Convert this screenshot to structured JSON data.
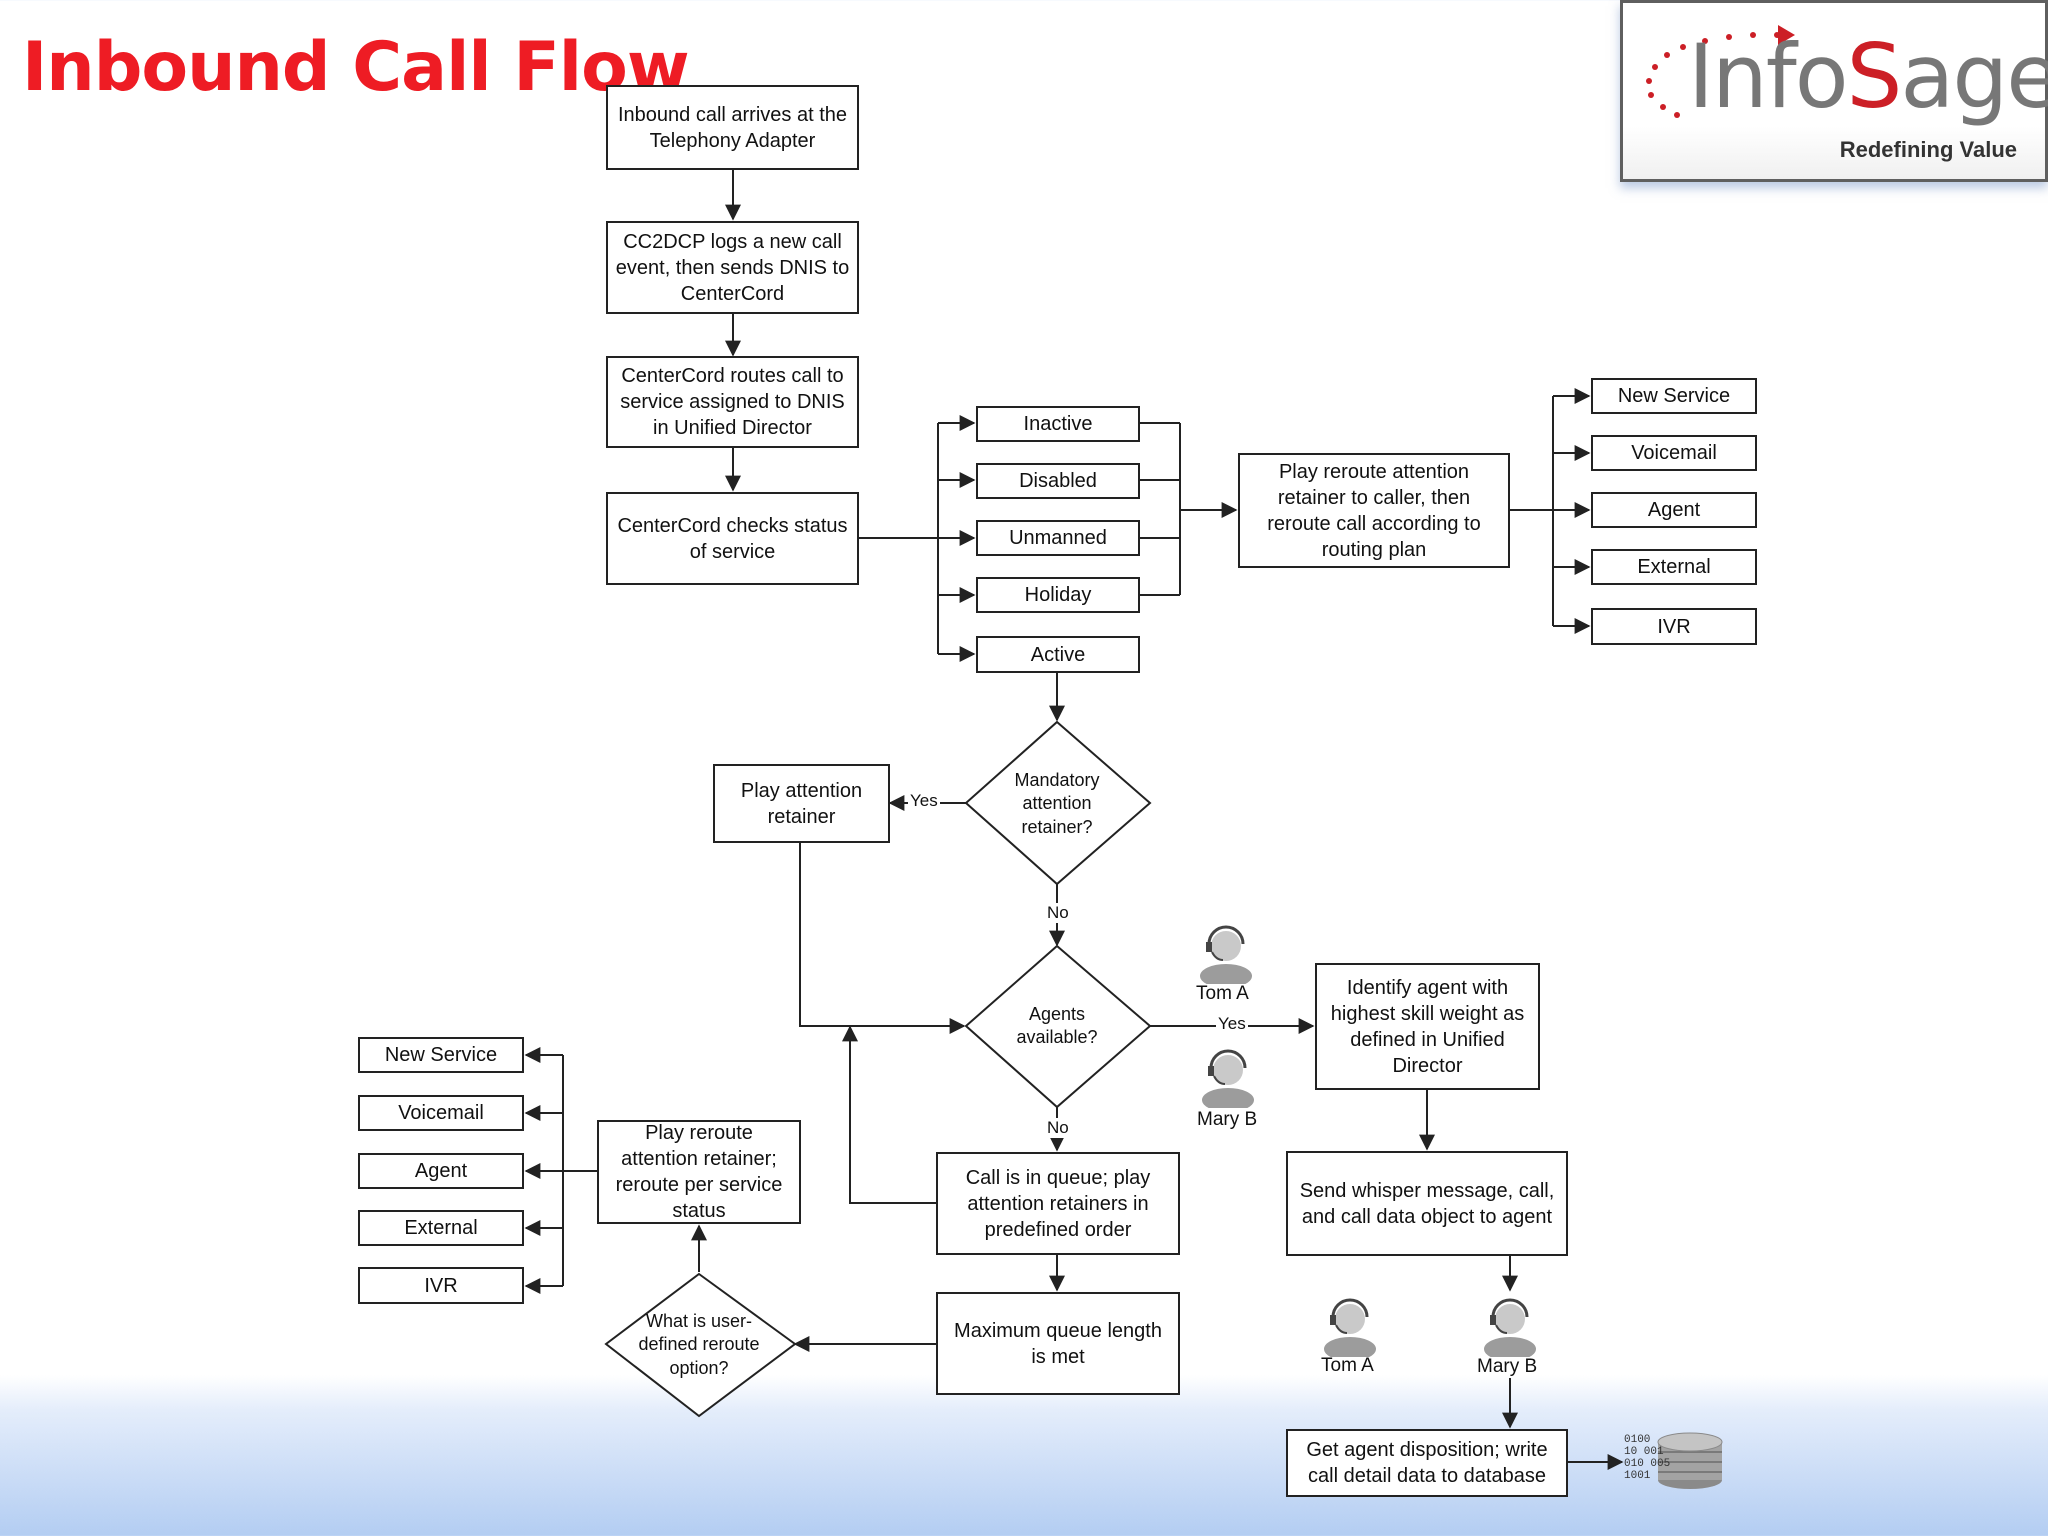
{
  "header": {
    "title": "Inbound Call Flow"
  },
  "logo": {
    "brand_prefix": "Info",
    "brand_suffix": "Sage",
    "tagline": "Redefining Value",
    "color_red": "#cc1f26",
    "color_gray": "#777777"
  },
  "colors": {
    "title": "#ee1c24",
    "line": "#222222"
  },
  "flow": {
    "arrives": "Inbound call arrives at the Telephony Adapter",
    "logs": "CC2DCP  logs a new call event, then sends DNIS to CenterCord",
    "routes": "CenterCord routes call to service assigned to DNIS in Unified Director",
    "checks": "CenterCord checks status of service",
    "statuses": {
      "inactive": "Inactive",
      "disabled": "Disabled",
      "unmanned": "Unmanned",
      "holiday": "Holiday",
      "active": "Active"
    },
    "play_reroute_top": "Play reroute attention retainer to caller, then reroute call according to routing plan",
    "targets_right": {
      "new_service": "New Service",
      "voicemail": "Voicemail",
      "agent": "Agent",
      "external": "External",
      "ivr": "IVR"
    },
    "mandatory": "Mandatory attention retainer?",
    "play_attention": "Play attention retainer",
    "agents_available": "Agents available?",
    "identify": "Identify agent with highest skill weight as defined in Unified Director",
    "whisper": "Send whisper message, call, and call data object to agent",
    "queue": "Call is in queue; play attention retainers in predefined order",
    "max_queue": "Maximum queue length is met",
    "user_reroute": "What is user-defined reroute option?",
    "play_reroute_left": "Play reroute attention retainer; reroute per service status",
    "targets_left": {
      "new_service": "New Service",
      "voicemail": "Voicemail",
      "agent": "Agent",
      "external": "External",
      "ivr": "IVR"
    },
    "disposition": "Get agent disposition; write call detail data to database",
    "labels": {
      "yes": "Yes",
      "no": "No"
    },
    "people": {
      "tom_1": "Tom A",
      "mary_1": "Mary B",
      "tom_2": "Tom A",
      "mary_2": "Mary B"
    },
    "database_bits": [
      "0100",
      "10  001",
      "010  005",
      "1001"
    ]
  }
}
